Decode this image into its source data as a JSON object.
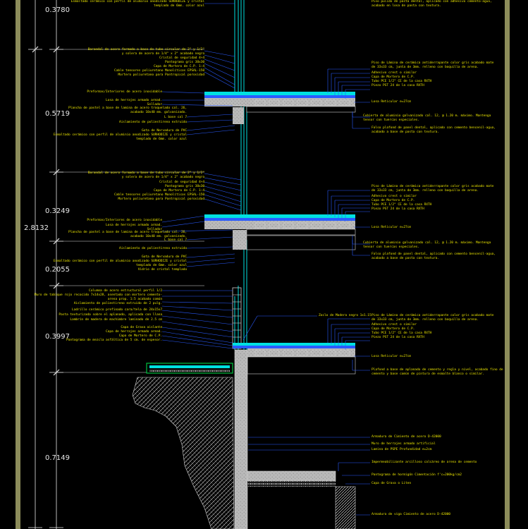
{
  "colors": {
    "background": "#000000",
    "frame": "#8c8c5a",
    "annotation": "#e6e000",
    "leader": "#2a5bff",
    "structure": "#00e0e0",
    "slab": "#c8c8c8",
    "green": "#00c040",
    "dimension": "#e8e8e8"
  },
  "dimensions": {
    "total": "2.8132",
    "segments": [
      "0.3780",
      "0.5719",
      "0.3249",
      "0.2055",
      "0.3997",
      "0.7149"
    ]
  },
  "notes_left": [
    "Esmaltado cerámico con perfil de aluminio anodizado SURHODIZE y cristal\ntemplado de 6mm. color azul",
    "Barandal de acero formado a base de tubo circular de 2\" y 1/2\"\ny solera de acero de 1/4\" x 2\" acabado negro",
    "Cristal de seguridad 4+4",
    "Pantograma gris 38x30",
    "Capa de Mortero de C.P. 1:4",
    "Cable tensores poliuretano Monolíticos EPSAL-150",
    "Mortero poliuretano para Pantropical porosidad",
    "Preformas/Interiores de acero inoxidable",
    "Losa de herrajes armado armad.",
    "Sellador",
    "Plancha de pastel a base de lamina de acero troquelado cal. 26,\nacabado 10x40 mm. galvanizado.",
    "L base cal 7",
    "Aislamiento de poliestireno extruido",
    "Gota de Nervadura de PVC",
    "Esmaltado cerámico con perfil de aluminio anodizado SURHODIZE y cristal\ntemplado de 6mm. color azul",
    "Barandal de acero formado a base de tubo circular de 2\" y 1/2\"\ny solera de acero de 1/4\" x 2\" acabado negro",
    "Cristal de seguridad 4+4",
    "Pantograma gris 38x30",
    "Capa de Mortero de C.P. 1:4",
    "Cable tensores poliuretano Monolíticos EPSAL-150",
    "Mortero poliuretano para Pantropical porosidad",
    "Preformas/Interiores de acero inoxidable",
    "Losa de herrajes armado armad.",
    "Sellador",
    "Plancha de pastel a base de lamina de acero troquelado cal. 26,\nacabado 10x40 mm. galvanizado.",
    "L base cal 7",
    "Aislamiento de poliestireno extruido",
    "Gota de Nervadura de PVC",
    "Esmaltado cerámico con perfil de aluminio anodizado SURHODIZE y cristal\ntemplado de 6mm. color azul",
    "Vidrio de cristal templado",
    "Columna de acero estructural perfil 1/2",
    "Muro de tabique rojo recocido 7x14x28, asentado con mortero cemento-\narena prop. 1:5 acabado común",
    "Aislamiento de poliestireno extruido de 2 pulg.",
    "Ladrillo cerámico prefinado cara/tela de 24x15x7",
    "Pasta texturizada sobre el aplanado, aplicada con llana",
    "Lambrín de madera de machimbre laminado de 2.5 cm",
    "Capa de Grava aislante",
    "Capa de herrajes armado armad.",
    "Capa de Mortero de C.P.",
    "Pantograma de mezcla asfáltica de 5 cm. de espesor."
  ],
  "notes_right": [
    "Piso pulido de pasta dental, aplicado con adhesivo cemento-agua,\nacabado en losa de pasta con textura.",
    "Piso de Lámina de cerámica antiderrapante color gris acabado mate\nde 33x33 cm, junta de 3mm. relleno con boquilla de arena.",
    "Adhesivo crest o similar",
    "Capa de Mortero de C.P.",
    "Tubo PCE 1/2\" CE de la casa RXTH",
    "Piezo PST 24 de la casa RXTH",
    "Losa Reticular e=27cm",
    "Cubierta de aluminio galvanizado cal. 12, @ 1.20 m. máximo. Mantenga\ntensor con tuercas especiales.",
    "Falso plafond de panel dental, aplicado con cemento bencenil-agua,\nacabado a base de pasta con textura.",
    "Piso de Lámina de cerámica antiderrapante color gris acabado mate\nde 33x33 cm, junta de 3mm. relleno con boquilla de arena.",
    "Adhesivo crest o similar",
    "Capa de Mortero de C.P.",
    "Tubo PCE 1/2\" CE de la casa RXTH",
    "Piezo PST 24 de la casa RXTH",
    "Losa Reticular e=27cm",
    "Cubierta de aluminio galvanizado cal. 12, @ 1.20 m. máximo. Mantenga\ntensor con tuercas especiales.",
    "Falso plafond de panel dental, aplicado con cemento bencenil-agua,\nacabado a base de pasta con textura.",
    "Zoclo de Madera negro 1x1.15",
    "Piso de Lámina de cerámica antiderrapante color gris acabado mate\nde 33x33 cm, junta de 3mm. relleno con boquilla de arena.",
    "Adhesivo crest o similar",
    "Capa de Mortero de C.P.",
    "Tubo PCE 1/2\" CE de la casa RXTH",
    "Piezo PST 24 de la casa RXTH",
    "Losa Reticular e=27cm",
    "Plafond a base de aplanado de cemento y regla y nivel, acabado fino de\ncemento y base común de pintura de esmalte blanco o similar.",
    "Armadura de Cimiento de acero D-42000",
    "Muro de herrajes armado artificial",
    "Lamina de PSPE Profundidad e=2cm",
    "Impermeabilizante arcilloso calcáreo de arena de cemento",
    "Pantograma de hormigón Cimentación f'c=200kg/cm2",
    "Capa de Grava o Liten",
    "Armadura de viga Cimiento de acero D-42000"
  ]
}
